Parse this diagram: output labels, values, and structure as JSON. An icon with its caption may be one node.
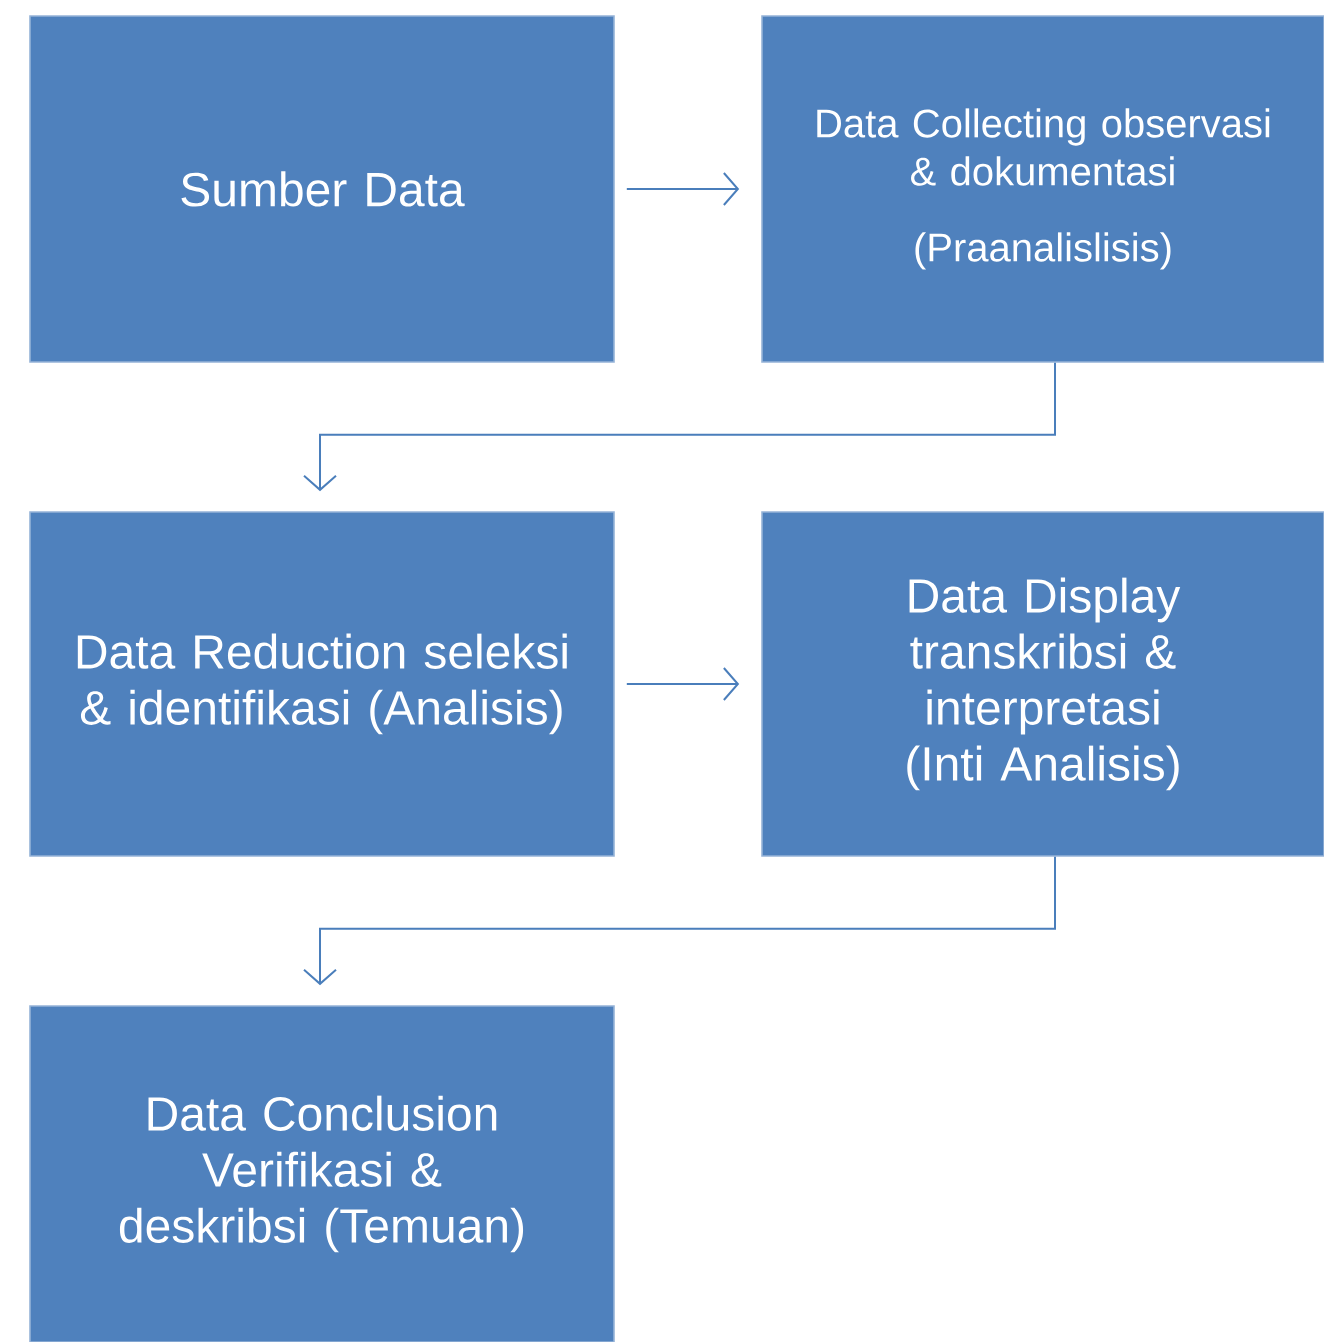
{
  "diagram": {
    "nodes": [
      {
        "text": [
          "Sumber Data"
        ]
      },
      {
        "text": [
          "Data Collecting observasi & dokumentasi",
          "(Praanalislisis)"
        ]
      },
      {
        "text": [
          "Data Reduction seleksi & identifikasi (Analisis)"
        ]
      },
      {
        "text": [
          "Data Display transkribsi & interpretasi (Inti Analisis)"
        ]
      },
      {
        "text": [
          "Data Conclusion Verifikasi & deskribsi (Temuan)"
        ]
      }
    ],
    "edges": [
      {
        "from": 0,
        "to": 1,
        "arrow": "to"
      },
      {
        "from": 1,
        "to": 2,
        "arrow": "to"
      },
      {
        "from": 2,
        "to": 3,
        "arrow": "to"
      },
      {
        "from": 3,
        "to": 4,
        "arrow": "to"
      }
    ]
  }
}
